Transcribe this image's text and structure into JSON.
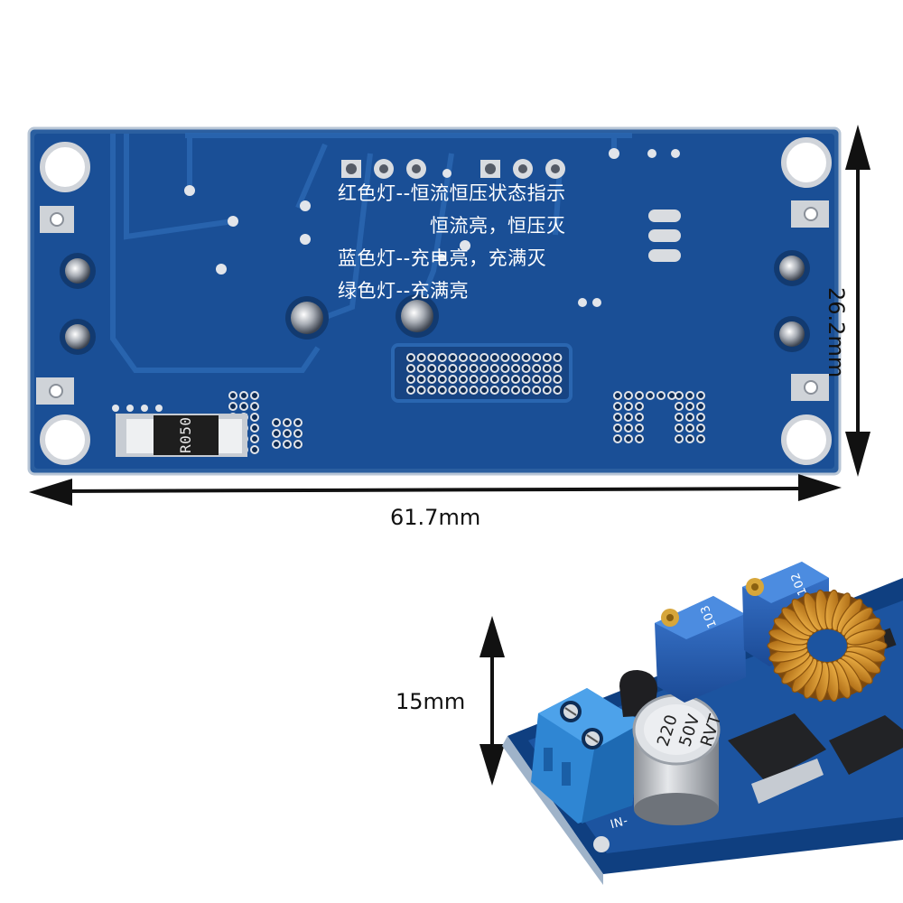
{
  "board_top": {
    "silkscreen": [
      "红色灯--恒流恒压状态指示",
      "恒流亮，恒压灭",
      "蓝色灯--充电亮，充满灭",
      "绿色灯--充满亮"
    ],
    "resistor_marking": "R050"
  },
  "dimensions": {
    "width": "61.7mm",
    "height": "26.2mm",
    "thickness": "15mm"
  },
  "board_side": {
    "capacitor_marking_1": "220",
    "capacitor_marking_2": "50V",
    "capacitor_marking_3": "RVT",
    "pot1_marking": "103",
    "pot2_marking": "102",
    "input_label": "IN-"
  },
  "colors": {
    "pcb": "#1a4f96",
    "pcb_edge": "#3d6ea8",
    "silkscreen": "#ffffff",
    "copper": "#c8841f"
  }
}
